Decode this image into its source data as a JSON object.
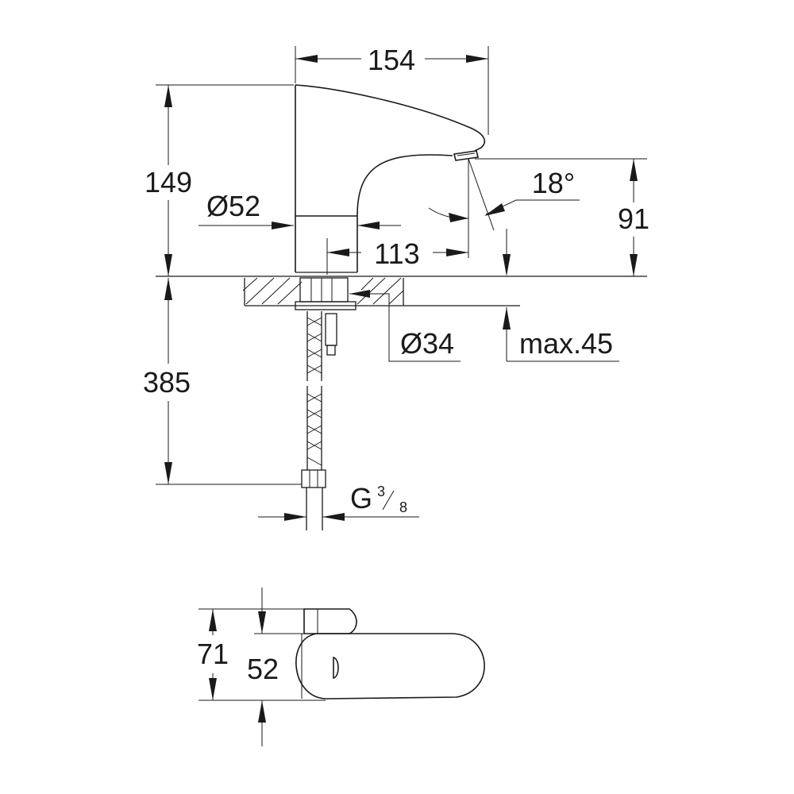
{
  "dimensions": {
    "width_top": "154",
    "height_total": "149",
    "spout_diameter": "Ø52",
    "spout_height": "91",
    "angle": "18°",
    "reach": "113",
    "hole_diameter": "Ø34",
    "max_thickness": "max.45",
    "hose_length": "385",
    "thread_main": "G",
    "thread_num": "3",
    "thread_den": "8",
    "plan_depth": "71",
    "plan_width": "52"
  }
}
